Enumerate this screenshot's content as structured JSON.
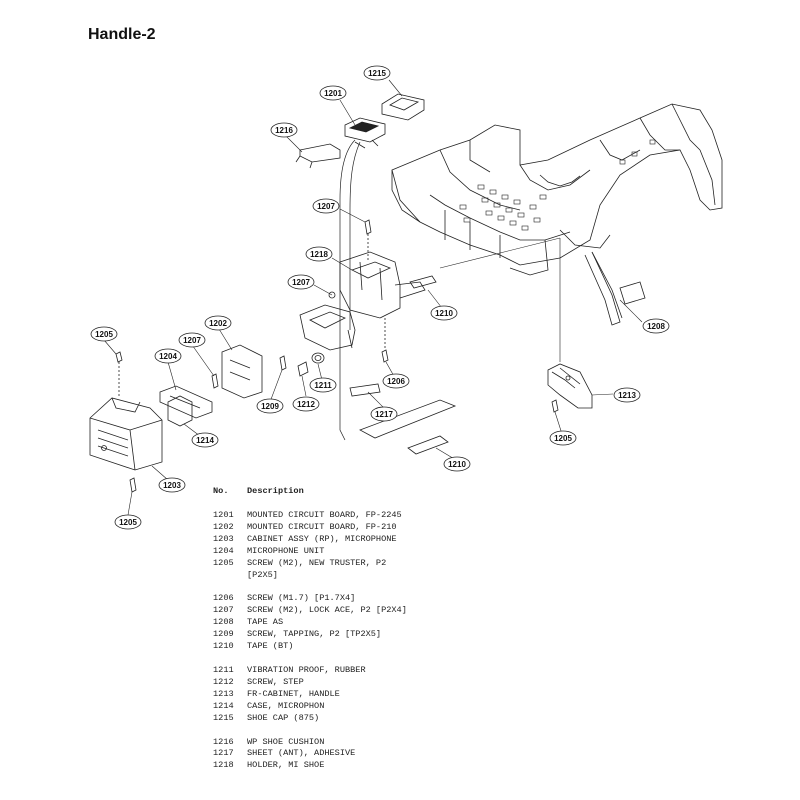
{
  "title": "Handle-2",
  "callouts": {
    "c1201": "1201",
    "c1202": "1202",
    "c1203": "1203",
    "c1204": "1204",
    "c1205a": "1205",
    "c1205b": "1205",
    "c1205c": "1205",
    "c1206": "1206",
    "c1207a": "1207",
    "c1207b": "1207",
    "c1207c": "1207",
    "c1208": "1208",
    "c1209": "1209",
    "c1210a": "1210",
    "c1210b": "1210",
    "c1211": "1211",
    "c1212": "1212",
    "c1213": "1213",
    "c1214": "1214",
    "c1215": "1215",
    "c1216": "1216",
    "c1217": "1217",
    "c1218": "1218"
  },
  "parts_list": {
    "header_no": "No.",
    "header_desc": "Description",
    "groups": [
      [
        {
          "no": "1201",
          "desc": "MOUNTED CIRCUIT BOARD, FP-2245"
        },
        {
          "no": "1202",
          "desc": "MOUNTED CIRCUIT BOARD, FP-210"
        },
        {
          "no": "1203",
          "desc": "CABINET ASSY (RP), MICROPHONE"
        },
        {
          "no": "1204",
          "desc": "MICROPHONE UNIT"
        },
        {
          "no": "1205",
          "desc": "SCREW (M2), NEW TRUSTER, P2"
        },
        {
          "no": "",
          "desc": "[P2X5]"
        }
      ],
      [
        {
          "no": "1206",
          "desc": "SCREW (M1.7) [P1.7X4]"
        },
        {
          "no": "1207",
          "desc": "SCREW (M2), LOCK ACE, P2 [P2X4]"
        },
        {
          "no": "1208",
          "desc": "TAPE AS"
        },
        {
          "no": "1209",
          "desc": "SCREW, TAPPING, P2 [TP2X5]"
        },
        {
          "no": "1210",
          "desc": "TAPE (BT)"
        }
      ],
      [
        {
          "no": "1211",
          "desc": "VIBRATION PROOF, RUBBER"
        },
        {
          "no": "1212",
          "desc": "SCREW, STEP"
        },
        {
          "no": "1213",
          "desc": "FR-CABINET, HANDLE"
        },
        {
          "no": "1214",
          "desc": "CASE, MICROPHON"
        },
        {
          "no": "1215",
          "desc": "SHOE CAP (875)"
        }
      ],
      [
        {
          "no": "1216",
          "desc": "WP SHOE CUSHION"
        },
        {
          "no": "1217",
          "desc": "SHEET (ANT), ADHESIVE"
        },
        {
          "no": "1218",
          "desc": "HOLDER, MI SHOE"
        }
      ]
    ]
  }
}
